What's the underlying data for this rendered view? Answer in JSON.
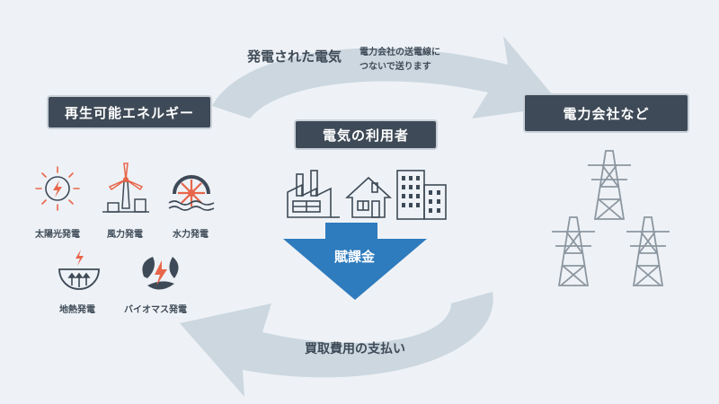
{
  "colors": {
    "background": "#eef2f6",
    "arrow": "#ccd7e0",
    "box": "#3e4a57",
    "accent": "#e8664a",
    "levy": "#2e7bbd",
    "line": "#3e4a57",
    "tower": "#8c96a0"
  },
  "top_arrow": {
    "label": "発電された電気",
    "note_line1": "電力会社の送電線に",
    "note_line2": "つないで送ります"
  },
  "bottom_arrow": {
    "label": "買取費用の支払い"
  },
  "boxes": {
    "renewable": "再生可能エネルギー",
    "utility": "電力会社など",
    "consumer": "電気の利用者"
  },
  "levy": {
    "label": "賦課金"
  },
  "energy_sources": [
    {
      "icon": "solar-icon",
      "label": "太陽光発電"
    },
    {
      "icon": "wind-turbine-icon",
      "label": "風力発電"
    },
    {
      "icon": "water-wheel-icon",
      "label": "水力発電"
    },
    {
      "icon": "geothermal-icon",
      "label": "地熱発電"
    },
    {
      "icon": "biomass-icon",
      "label": "バイオマス発電"
    }
  ],
  "consumer_icons": [
    "factory-icon",
    "house-icon",
    "building-icon"
  ],
  "utility_icons": [
    "transmission-tower-icon",
    "transmission-tower-icon",
    "transmission-tower-icon"
  ]
}
